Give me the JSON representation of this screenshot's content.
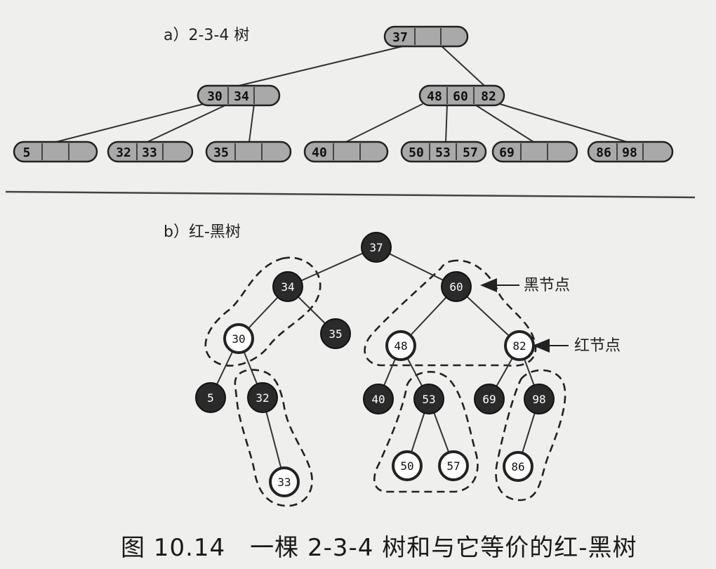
{
  "section_a": {
    "label": "a）2-3-4 树",
    "nodes": [
      {
        "id": "root",
        "keys": [
          "37",
          "",
          ""
        ]
      },
      {
        "id": "n3034",
        "keys": [
          "30",
          "34",
          ""
        ]
      },
      {
        "id": "n486082",
        "keys": [
          "48",
          "60",
          "82"
        ]
      },
      {
        "id": "leaf5",
        "keys": [
          "5",
          "",
          ""
        ]
      },
      {
        "id": "leaf3233",
        "keys": [
          "32",
          "33",
          ""
        ]
      },
      {
        "id": "leaf35",
        "keys": [
          "35",
          "",
          ""
        ]
      },
      {
        "id": "leaf40",
        "keys": [
          "40",
          "",
          ""
        ]
      },
      {
        "id": "leaf505357",
        "keys": [
          "50",
          "53",
          "57"
        ]
      },
      {
        "id": "leaf69",
        "keys": [
          "69",
          "",
          ""
        ]
      },
      {
        "id": "leaf8698",
        "keys": [
          "86",
          "98",
          ""
        ]
      }
    ]
  },
  "section_b": {
    "label": "b）红-黑树",
    "nodes": [
      {
        "id": "r37",
        "key": "37",
        "color": "black"
      },
      {
        "id": "r34",
        "key": "34",
        "color": "black"
      },
      {
        "id": "r60",
        "key": "60",
        "color": "black"
      },
      {
        "id": "r30",
        "key": "30",
        "color": "red"
      },
      {
        "id": "r35",
        "key": "35",
        "color": "black"
      },
      {
        "id": "r48",
        "key": "48",
        "color": "red"
      },
      {
        "id": "r82",
        "key": "82",
        "color": "red"
      },
      {
        "id": "r5",
        "key": "5",
        "color": "black"
      },
      {
        "id": "r32",
        "key": "32",
        "color": "black"
      },
      {
        "id": "r40",
        "key": "40",
        "color": "black"
      },
      {
        "id": "r53",
        "key": "53",
        "color": "black"
      },
      {
        "id": "r69",
        "key": "69",
        "color": "black"
      },
      {
        "id": "r98",
        "key": "98",
        "color": "black"
      },
      {
        "id": "r33",
        "key": "33",
        "color": "red"
      },
      {
        "id": "r50",
        "key": "50",
        "color": "red"
      },
      {
        "id": "r57",
        "key": "57",
        "color": "red"
      },
      {
        "id": "r86",
        "key": "86",
        "color": "red"
      }
    ],
    "annotations": {
      "black_node": "黑节点",
      "red_node": "红节点"
    }
  },
  "caption": "图 10.14　一棵 2-3-4 树和与它等价的红-黑树",
  "colors": {
    "node_fill": "#a9a9a9",
    "black_fill": "#2a2a2a",
    "red_fill": "#ffffff",
    "stroke": "#222222"
  }
}
